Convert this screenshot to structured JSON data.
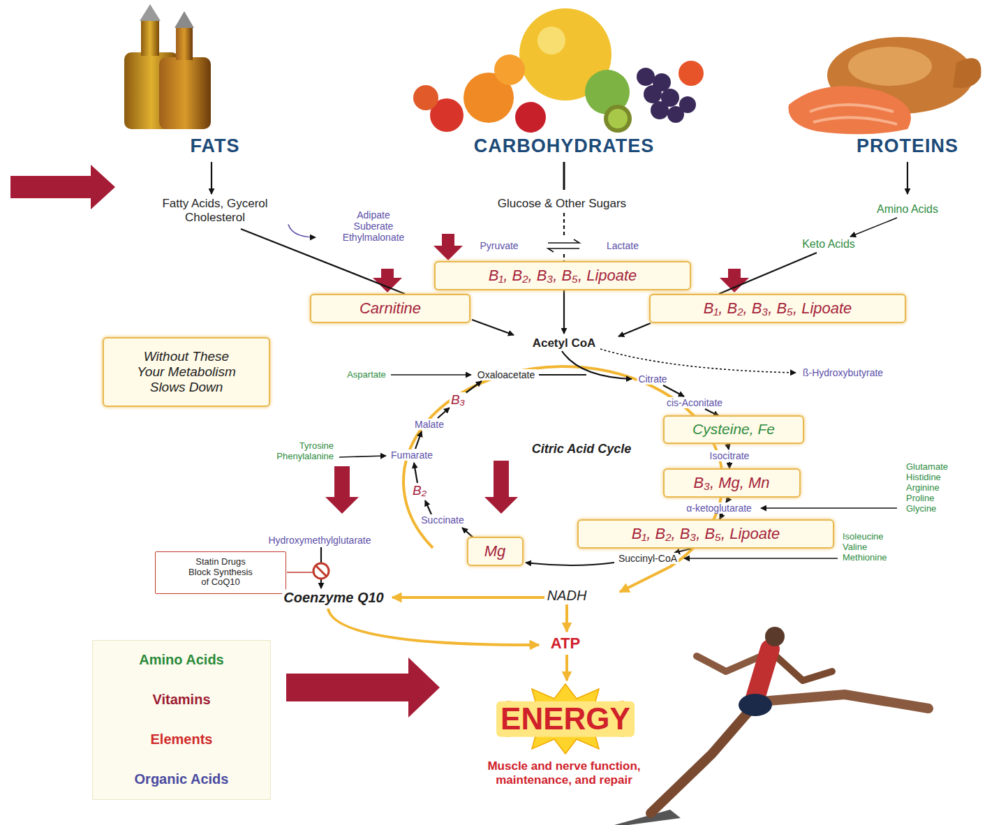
{
  "diagram": {
    "nodes": [
      {
        "text": [
          "B₁, B₂, B₃, B₅, Lipoate"
        ]
      },
      {
        "text": [
          "Carnitine"
        ]
      },
      {
        "text": [
          "B₁, B₂, B₃, B₅, Lipoate"
        ]
      },
      {
        "text": [
          "Without These Your Metabolism Slows Down"
        ]
      },
      {
        "text": [
          "Cysteine, Fe"
        ]
      },
      {
        "text": [
          "B₃, Mg, Mn"
        ]
      },
      {
        "text": [
          "B₁, B₂, B₃, B₅, Lipoate"
        ]
      },
      {
        "text": [
          "Mg"
        ]
      },
      {
        "text": [
          "Statin Drugs Block Synthesis of CoQ10"
        ]
      },
      {
        "text": [
          "Amino Acids",
          "Vitamins",
          "Elements",
          "Organic Acids"
        ]
      }
    ],
    "labels": [
      "FATS",
      "CARBOHYDRATES",
      "PROTEINS",
      "Fatty Acids, Gycerol Cholesterol",
      "Adipate Suberate Ethylmalonate",
      "Glucose & Other Sugars",
      "Amino Acids",
      "Pyruvate",
      "Lactate",
      "Keto Acids",
      "Acetyl CoA",
      "ß-Hydroxybutyrate",
      "Aspartate",
      "Oxaloacetate",
      "Citrate",
      "cis-Aconitate",
      "B₃",
      "Malate",
      "Citric Acid Cycle",
      "Tyrosine Phenylalanine",
      "Fumarate",
      "Isocitrate",
      "Glutamate Histidine Arginine Proline Glycine",
      "B₂",
      "α-ketoglutarate",
      "Succinate",
      "Isoleucine Valine Methionine",
      "Hydroxymethylglutarate",
      "Succinyl-CoA",
      "NADH",
      "Coenzyme Q10",
      "ATP",
      "ENERGY",
      "Muscle and nerve function, maintenance, and repair"
    ]
  }
}
